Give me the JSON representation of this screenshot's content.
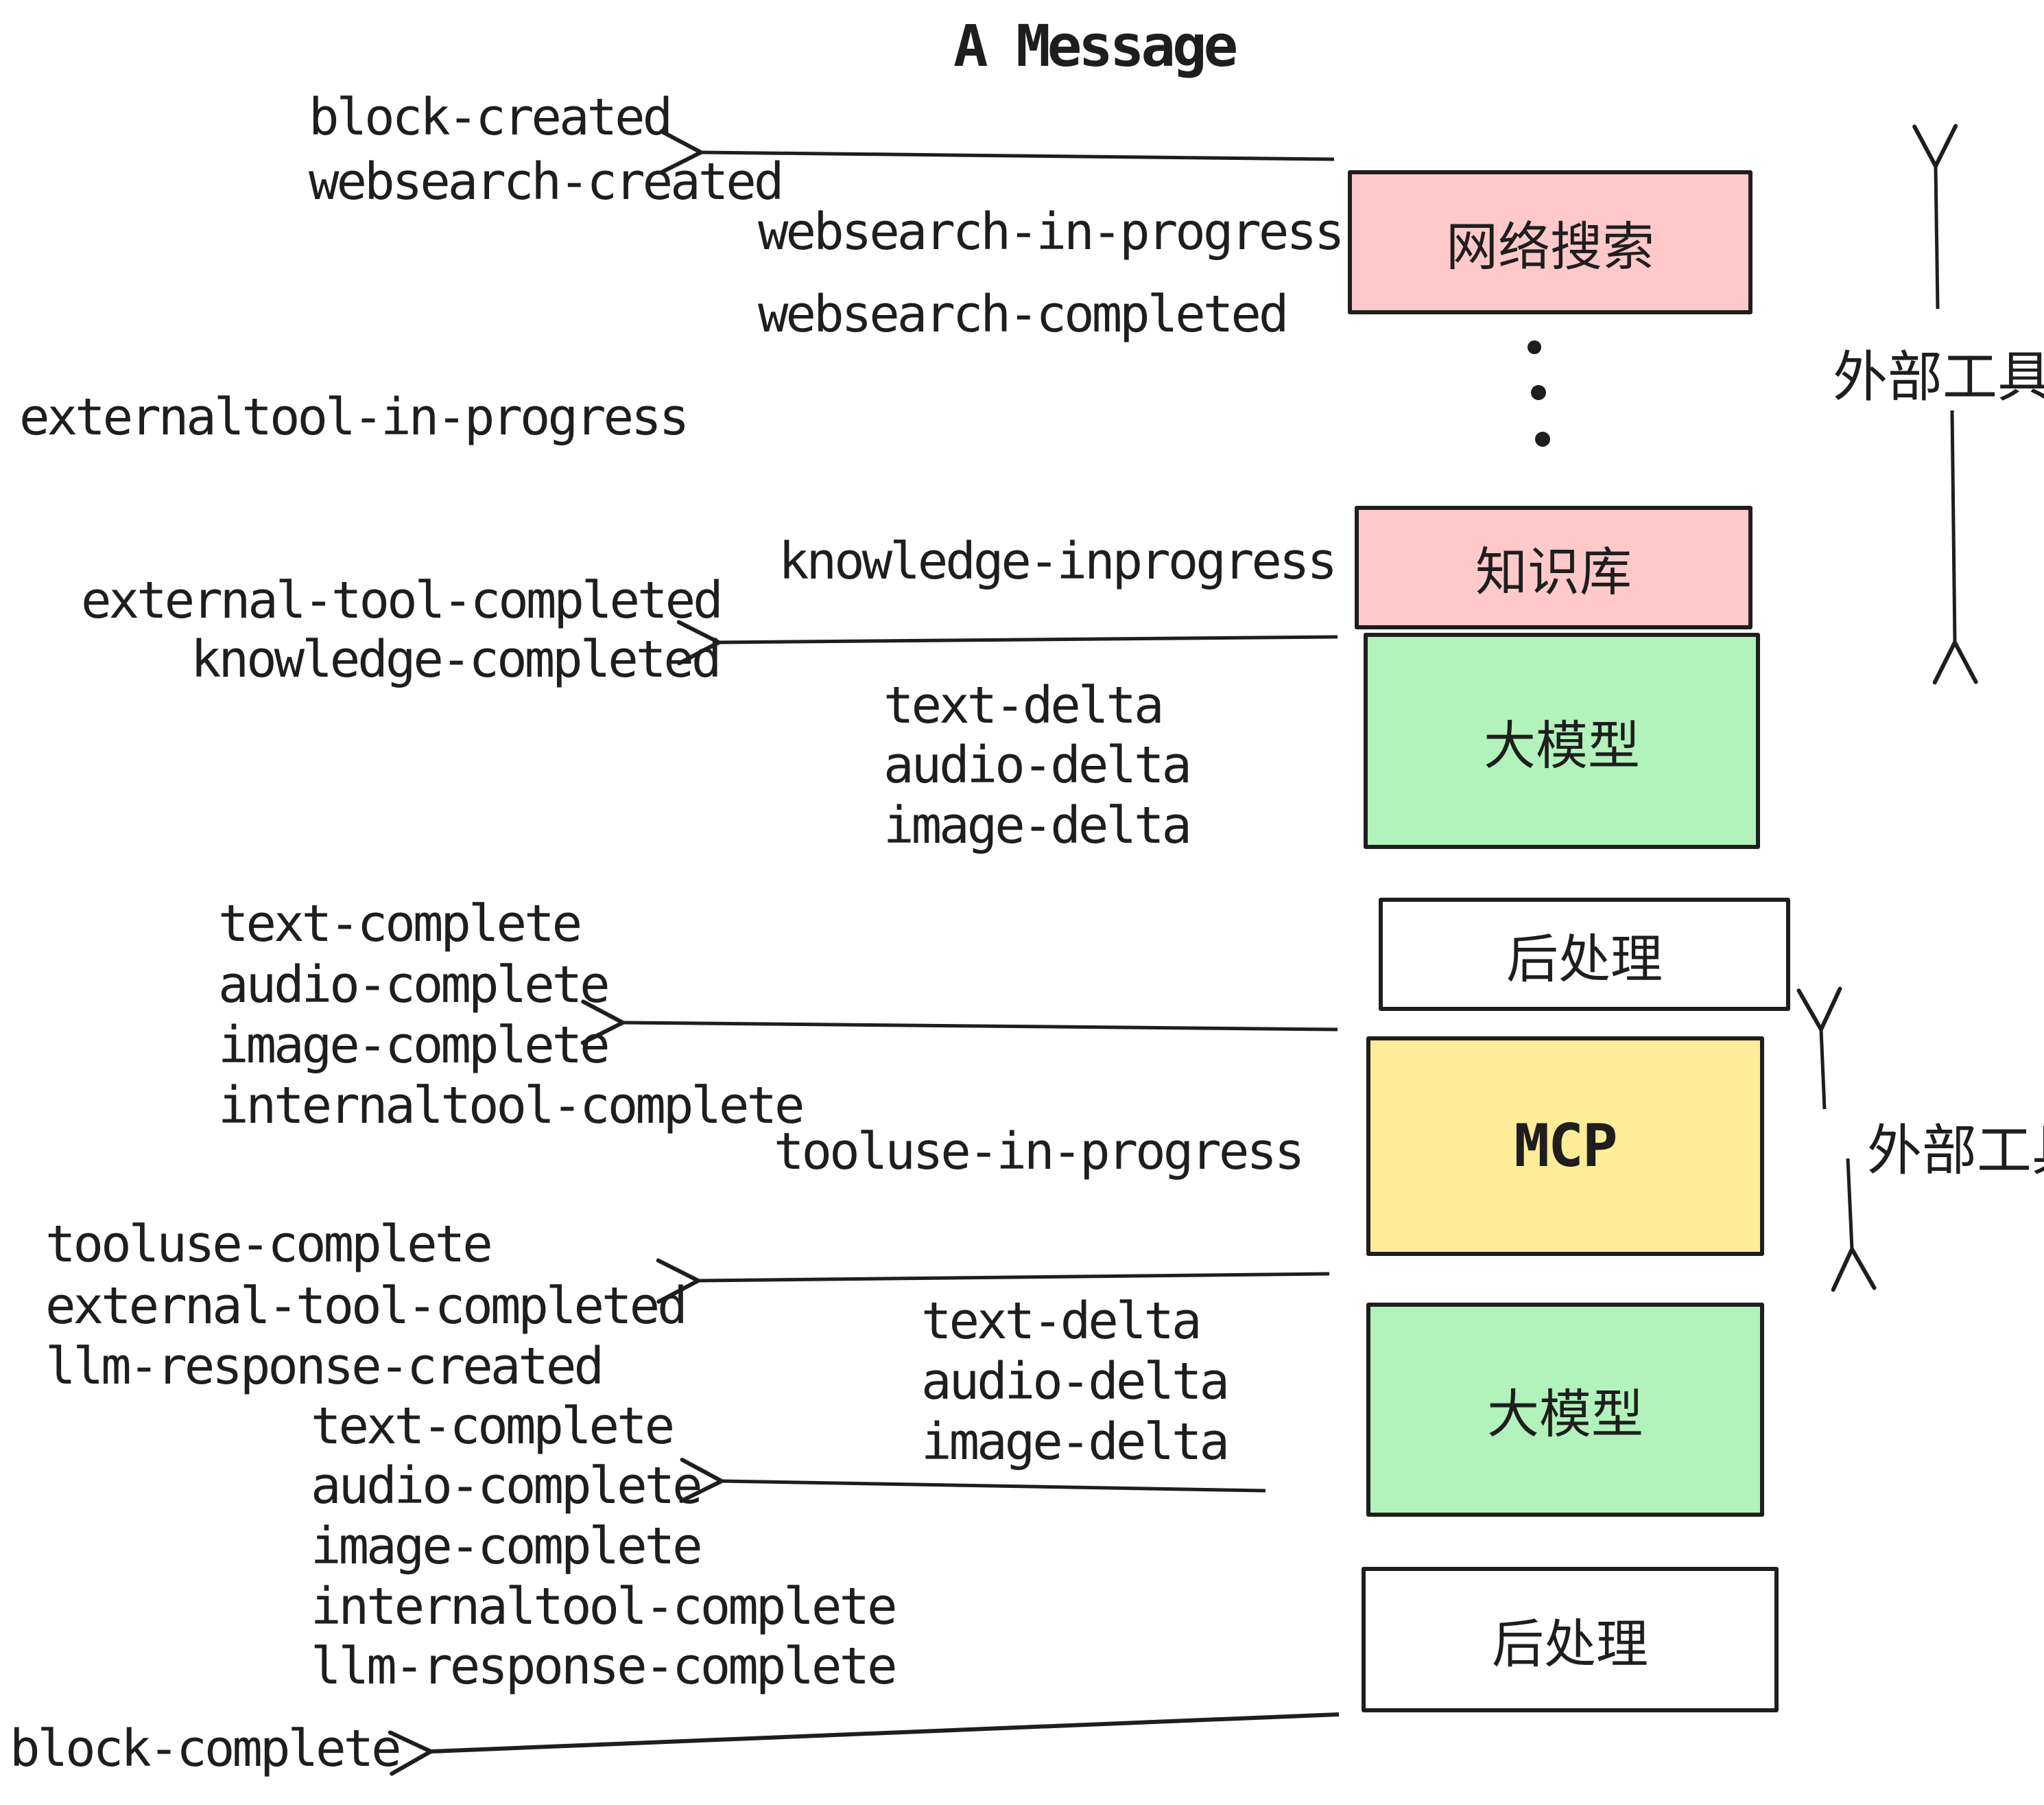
{
  "title": "A Message",
  "events": {
    "block_created": "block-created",
    "websearch_created": "websearch-created",
    "websearch_in_progress": "websearch-in-progress",
    "websearch_completed": "websearch-completed",
    "externaltool_in_progress": "externaltool-in-progress",
    "knowledge_inprogress": "knowledge-inprogress",
    "external_tool_completed": "external-tool-completed",
    "knowledge_completed": "knowledge-completed",
    "text_delta": "text-delta",
    "audio_delta": "audio-delta",
    "image_delta": "image-delta",
    "text_complete": "text-complete",
    "audio_complete": "audio-complete",
    "image_complete": "image-complete",
    "internaltool_complete": "internaltool-complete",
    "tooluse_in_progress": "tooluse-in-progress",
    "tooluse_complete": "tooluse-complete",
    "llm_response_created": "llm-response-created",
    "llm_response_complete": "llm-response-complete",
    "block_complete": "block-complete"
  },
  "nodes": {
    "websearch": "网络搜索",
    "knowledge": "知识库",
    "llm": "大模型",
    "postprocess": "后处理",
    "mcp": "MCP"
  },
  "annotations": {
    "external_tools": "外部工具"
  },
  "colors": {
    "pink": "#ffc9c9",
    "green": "#b2f2bb",
    "yellow": "#ffec99",
    "white": "#ffffff",
    "stroke": "#1e1e1e",
    "background": "#ffffff"
  }
}
